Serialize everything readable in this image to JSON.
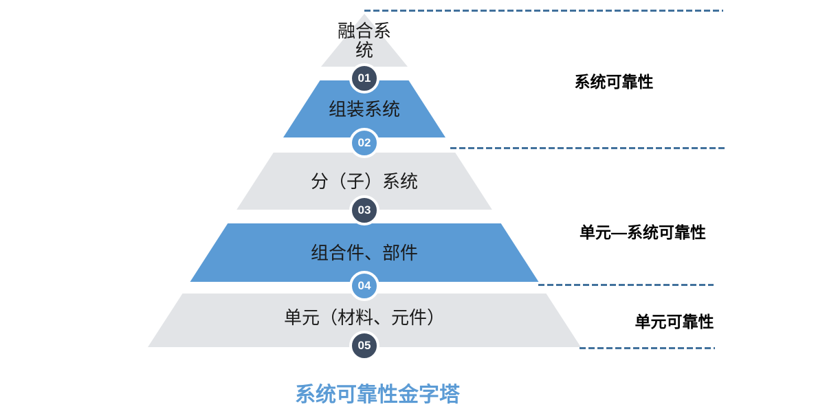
{
  "caption": "系统可靠性金字塔",
  "pyramid": {
    "levels": [
      {
        "number": "01",
        "label": "融合系统",
        "band": "gray"
      },
      {
        "number": "02",
        "label": "组装系统",
        "band": "blue"
      },
      {
        "number": "03",
        "label": "分（子）系统",
        "band": "gray"
      },
      {
        "number": "04",
        "label": "组合件、部件",
        "band": "blue"
      },
      {
        "number": "05",
        "label": "单元（材料、元件）",
        "band": "gray"
      }
    ]
  },
  "side_labels": [
    {
      "text": "系统可靠性"
    },
    {
      "text": "单元—系统可靠性"
    },
    {
      "text": "单元可靠性"
    }
  ],
  "colors": {
    "band_blue": "#5b9bd5",
    "band_gray": "#e2e4e7",
    "badge_dark": "#3e4c61",
    "badge_blue": "#5b9bd5",
    "badge_ring": "#ffffff",
    "dashed_line": "#41719c",
    "caption_blue": "#5b9bd5",
    "label_text": "#000000"
  }
}
